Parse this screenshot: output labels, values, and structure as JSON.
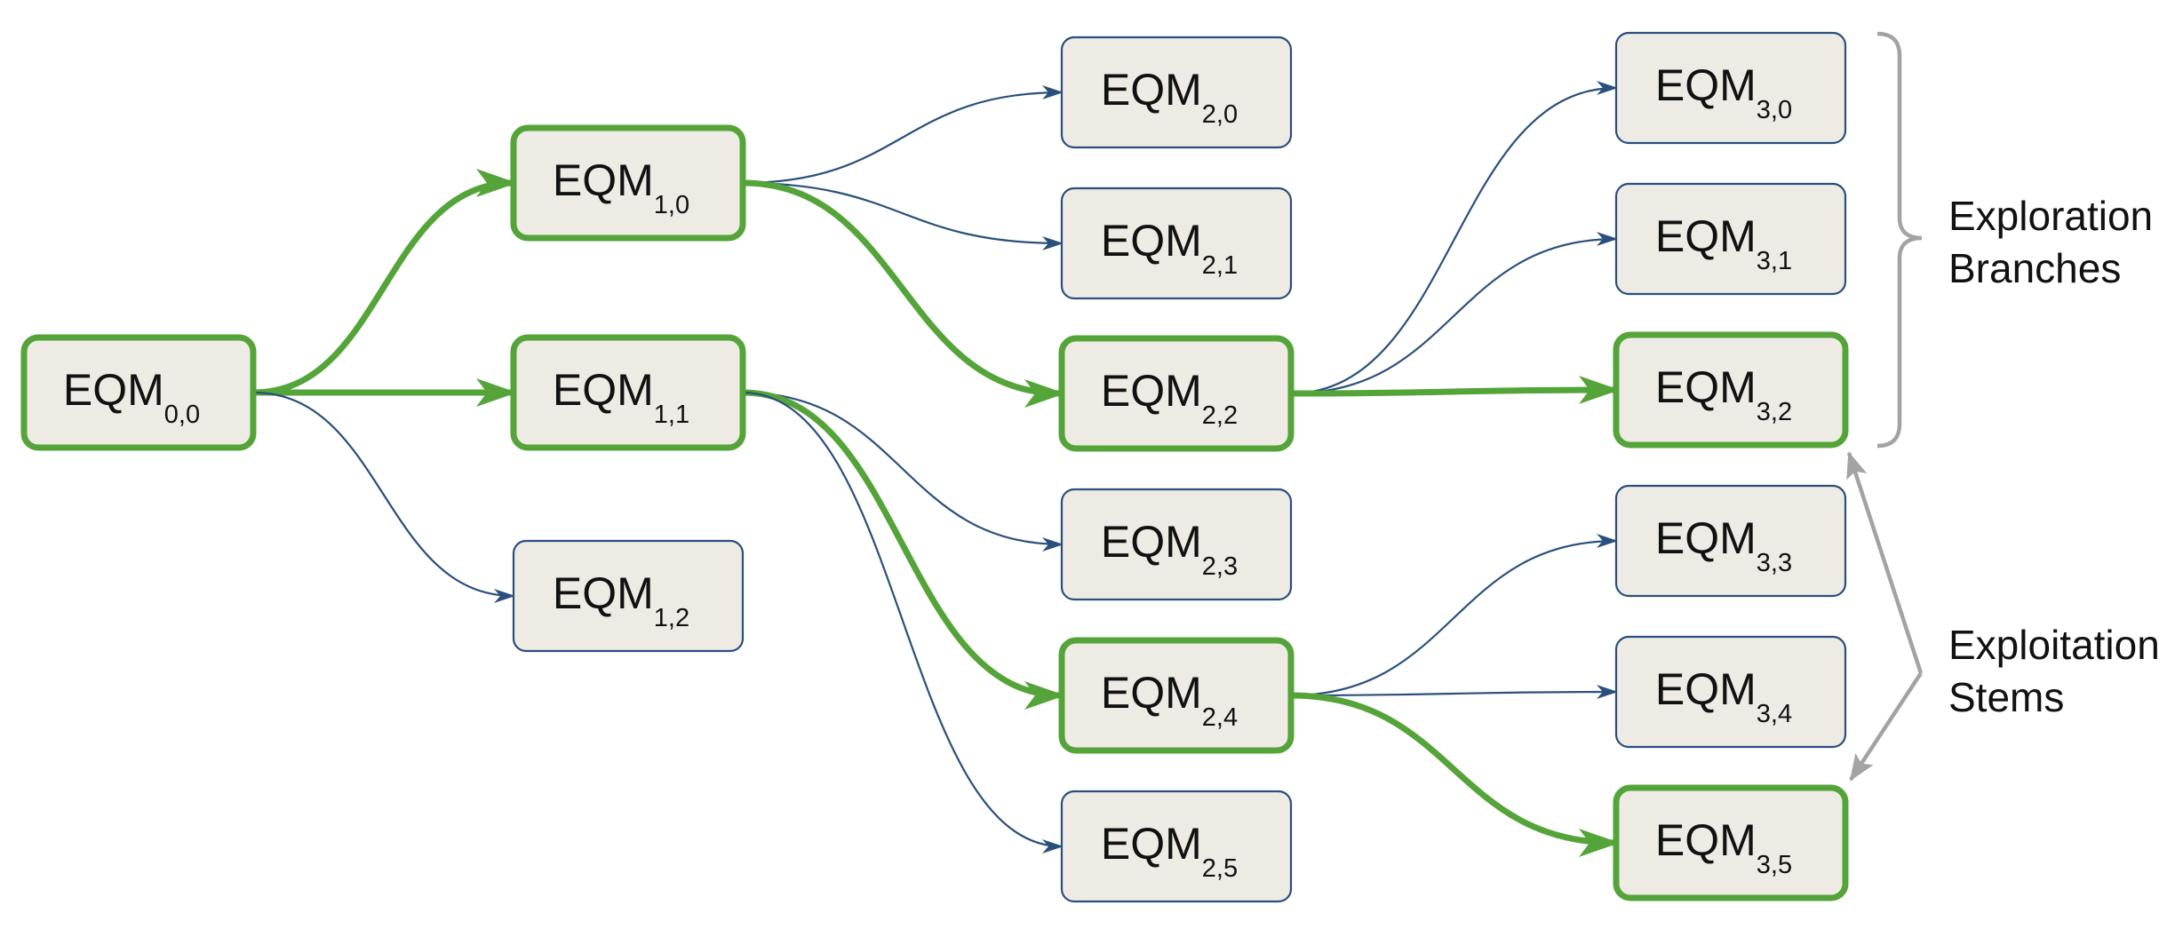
{
  "colors": {
    "node_fill": "#eeebe5",
    "node_border": "#2a4f7c",
    "highlight": "#55a43a",
    "thin_edge": "#2a4f7c",
    "annotation": "#a3a3a3"
  },
  "nodes": [
    {
      "id": "0,0",
      "main": "EQM",
      "sub": "0,0",
      "highlight": true
    },
    {
      "id": "1,0",
      "main": "EQM",
      "sub": "1,0",
      "highlight": true
    },
    {
      "id": "1,1",
      "main": "EQM",
      "sub": "1,1",
      "highlight": true
    },
    {
      "id": "1,2",
      "main": "EQM",
      "sub": "1,2",
      "highlight": false
    },
    {
      "id": "2,0",
      "main": "EQM",
      "sub": "2,0",
      "highlight": false
    },
    {
      "id": "2,1",
      "main": "EQM",
      "sub": "2,1",
      "highlight": false
    },
    {
      "id": "2,2",
      "main": "EQM",
      "sub": "2,2",
      "highlight": true
    },
    {
      "id": "2,3",
      "main": "EQM",
      "sub": "2,3",
      "highlight": false
    },
    {
      "id": "2,4",
      "main": "EQM",
      "sub": "2,4",
      "highlight": true
    },
    {
      "id": "2,5",
      "main": "EQM",
      "sub": "2,5",
      "highlight": false
    },
    {
      "id": "3,0",
      "main": "EQM",
      "sub": "3,0",
      "highlight": false
    },
    {
      "id": "3,1",
      "main": "EQM",
      "sub": "3,1",
      "highlight": false
    },
    {
      "id": "3,2",
      "main": "EQM",
      "sub": "3,2",
      "highlight": true
    },
    {
      "id": "3,3",
      "main": "EQM",
      "sub": "3,3",
      "highlight": false
    },
    {
      "id": "3,4",
      "main": "EQM",
      "sub": "3,4",
      "highlight": false
    },
    {
      "id": "3,5",
      "main": "EQM",
      "sub": "3,5",
      "highlight": true
    }
  ],
  "edges": [
    {
      "from": "0,0",
      "to": "1,0",
      "highlight": true
    },
    {
      "from": "0,0",
      "to": "1,1",
      "highlight": true
    },
    {
      "from": "0,0",
      "to": "1,2",
      "highlight": false
    },
    {
      "from": "1,0",
      "to": "2,0",
      "highlight": false
    },
    {
      "from": "1,0",
      "to": "2,1",
      "highlight": false
    },
    {
      "from": "1,0",
      "to": "2,2",
      "highlight": true
    },
    {
      "from": "1,1",
      "to": "2,3",
      "highlight": false
    },
    {
      "from": "1,1",
      "to": "2,4",
      "highlight": true
    },
    {
      "from": "1,1",
      "to": "2,5",
      "highlight": false
    },
    {
      "from": "2,2",
      "to": "3,0",
      "highlight": false
    },
    {
      "from": "2,2",
      "to": "3,1",
      "highlight": false
    },
    {
      "from": "2,2",
      "to": "3,2",
      "highlight": true
    },
    {
      "from": "2,4",
      "to": "3,3",
      "highlight": false
    },
    {
      "from": "2,4",
      "to": "3,4",
      "highlight": false
    },
    {
      "from": "2,4",
      "to": "3,5",
      "highlight": true
    }
  ],
  "annotations": {
    "exploration": {
      "line1": "Exploration",
      "line2": "Branches"
    },
    "exploitation": {
      "line1": "Exploitation",
      "line2": "Stems"
    }
  }
}
